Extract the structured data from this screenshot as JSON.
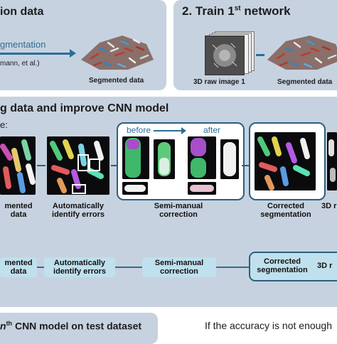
{
  "panel1": {
    "title": "ion data",
    "arrow_label": "gmentation",
    "citation": "mann, et al.)",
    "caption": "Segmented data"
  },
  "panel2": {
    "number": "2.",
    "title_main": "Train 1",
    "title_sup": "st",
    "title_end": " network",
    "raw_caption": "3D raw image 1",
    "seg_caption": "Segmented data"
  },
  "panel3": {
    "title": "g data and improve CNN model",
    "sub_label": "e:",
    "before": "before",
    "after": "after",
    "row1": {
      "segmented": [
        "mented",
        "data"
      ],
      "identify": [
        "Automatically",
        "identify errors"
      ],
      "semi": [
        "Semi-manual",
        "correction"
      ],
      "corrected": [
        "Corrected",
        "segmentation"
      ],
      "trailing": "3D r"
    },
    "row2": {
      "segmented": [
        "mented",
        "data"
      ],
      "identify": [
        "Automatically",
        "identify errors"
      ],
      "semi": [
        "Semi-manual",
        "correction"
      ],
      "corrected": [
        "Corrected",
        "segmentation"
      ],
      "trailing": "3D r"
    }
  },
  "panel4": {
    "title_main": "n",
    "title_sup": "th",
    "title_end": " CNN model on test dataset",
    "right_text": "If the accuracy is not enough"
  },
  "colors": {
    "panel_bg": "#c7d2e0",
    "accent": "#2b5f7e",
    "arrow_blue": "#2a6f96",
    "pill_bg": "#bfe0ec"
  }
}
